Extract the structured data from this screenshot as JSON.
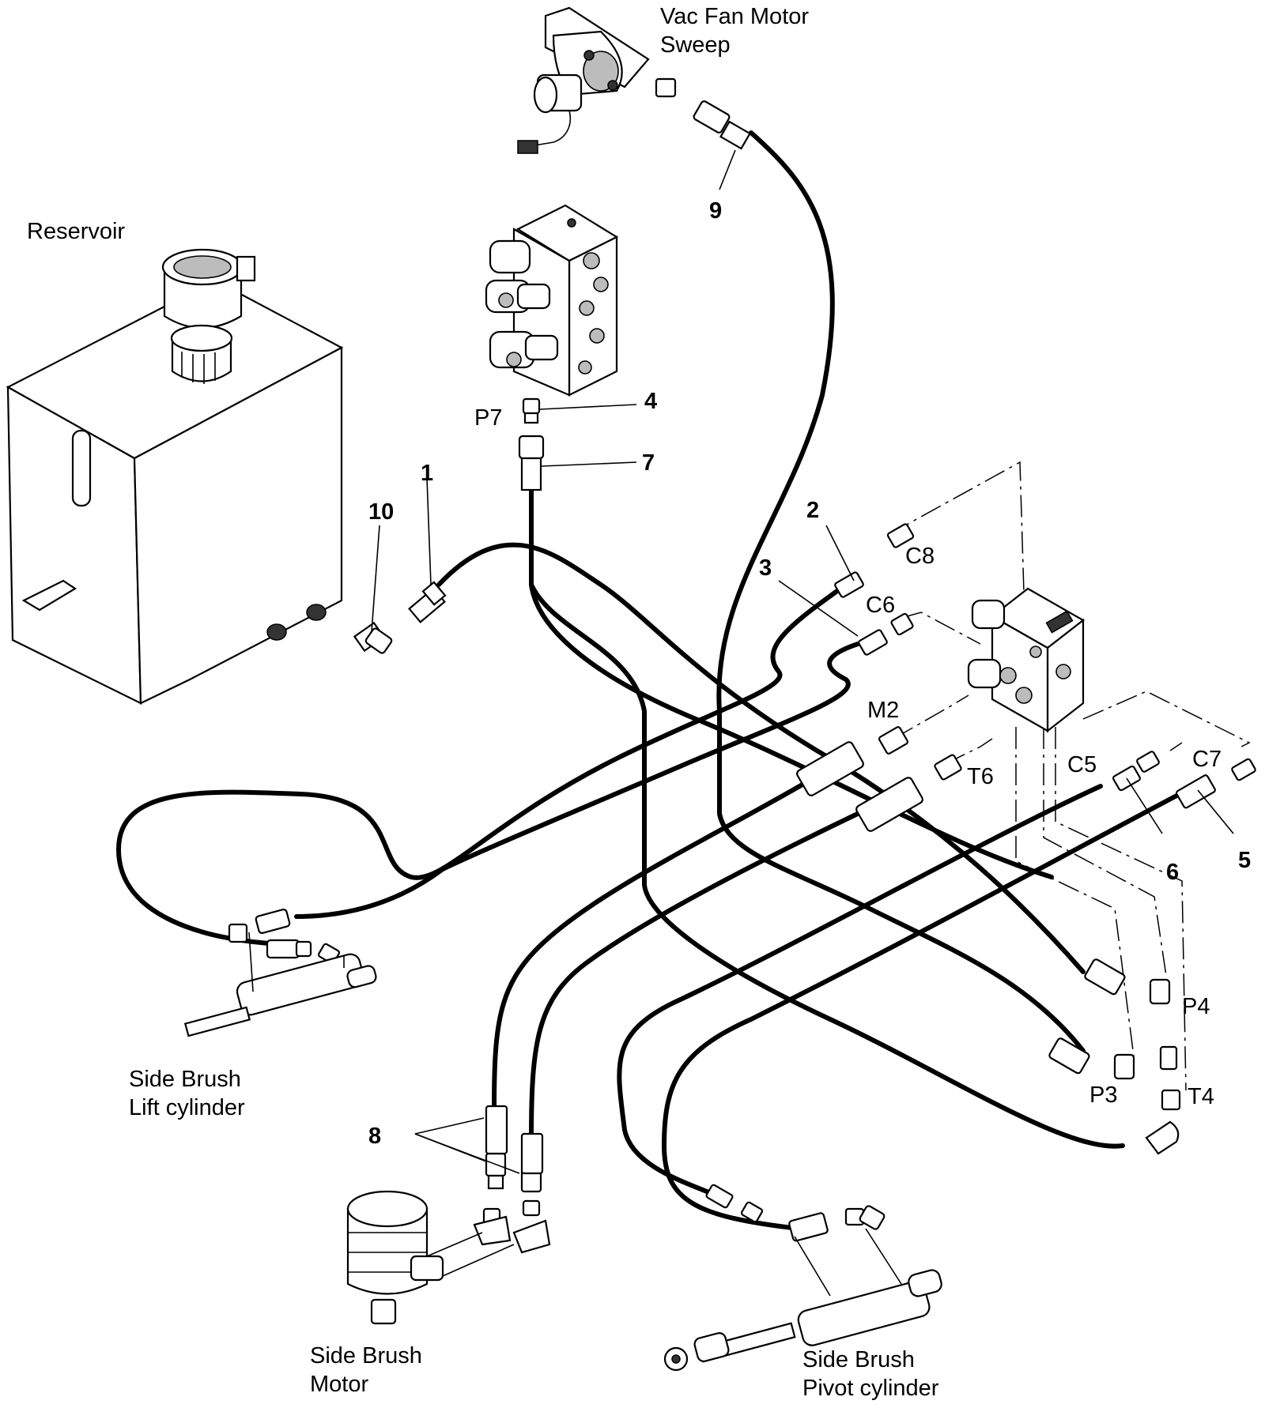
{
  "components": {
    "vac_fan_motor": "Vac Fan Motor\nSweep",
    "reservoir": "Reservoir",
    "side_brush_lift_cylinder": "Side Brush\nLift cylinder",
    "side_brush_motor": "Side Brush\nMotor",
    "side_brush_pivot_cylinder": "Side Brush\nPivot cylinder"
  },
  "ports": {
    "p7": "P7",
    "c8": "C8",
    "c6": "C6",
    "m2": "M2",
    "t6": "T6",
    "c5": "C5",
    "c7": "C7",
    "p4": "P4",
    "p3": "P3",
    "t4": "T4"
  },
  "callouts": {
    "n1": "1",
    "n2": "2",
    "n3": "3",
    "n4": "4",
    "n5": "5",
    "n6": "6",
    "n7": "7",
    "n8": "8",
    "n9": "9",
    "n10": "10"
  }
}
